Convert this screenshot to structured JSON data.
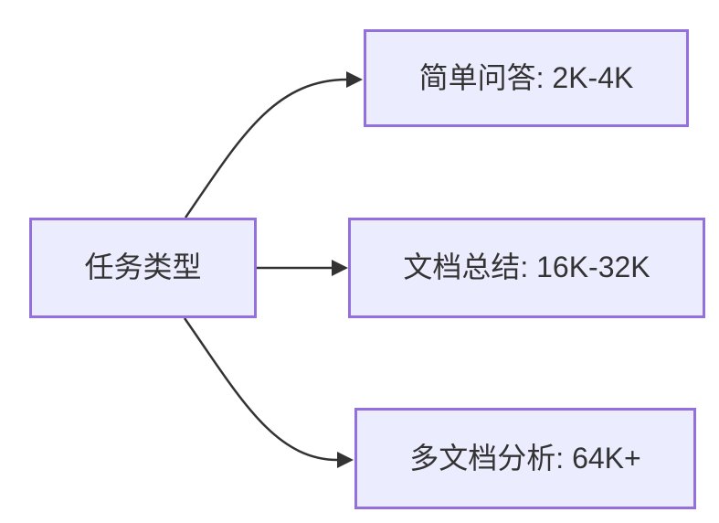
{
  "diagram": {
    "type": "flowchart",
    "direction": "LR",
    "style": {
      "background": "#ffffff",
      "node_fill": "#ECECFF",
      "node_border": "#9370DB",
      "text_color": "#333333",
      "edge_color": "#333333"
    },
    "nodes": [
      {
        "id": "root",
        "label": "任务类型"
      },
      {
        "id": "qa",
        "label": "简单问答: 2K-4K"
      },
      {
        "id": "summary",
        "label": "文档总结: 16K-32K"
      },
      {
        "id": "multi",
        "label": "多文档分析: 64K+"
      }
    ],
    "edges": [
      {
        "from": "root",
        "to": "qa"
      },
      {
        "from": "root",
        "to": "summary"
      },
      {
        "from": "root",
        "to": "multi"
      }
    ]
  }
}
